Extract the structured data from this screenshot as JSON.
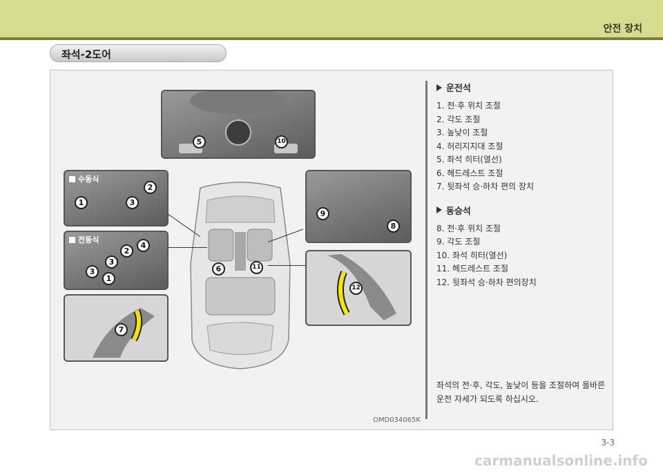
{
  "header": {
    "section_title": "안전 장치"
  },
  "page_title": "좌석-2도어",
  "figure": {
    "code": "OMD034065K",
    "manual_label": "수동식",
    "power_label": "전동식",
    "callouts": {
      "console_left": "5",
      "console_right": "10",
      "interior_left": "6",
      "interior_right": "11",
      "manual_1": "1",
      "manual_2": "2",
      "manual_3": "3",
      "power_1": "1",
      "power_2": "2",
      "power_3a": "3",
      "power_3b": "3",
      "power_4": "4",
      "handle_7": "7",
      "passenger_9": "9",
      "passenger_8": "8",
      "passenger_handle_12": "12"
    }
  },
  "driver": {
    "heading": "운전석",
    "items": [
      "1.  전·후 위치 조절",
      "2.  각도 조절",
      "3.  높낮이 조절",
      "4.  허리지지대 조절",
      "5.  좌석 히터(열선)",
      "6.  헤드레스트 조절",
      "7.  뒷좌석 승·하차 편의 장치"
    ]
  },
  "passenger": {
    "heading": "동승석",
    "items": [
      "8.  전·후 위치 조절",
      "9.  각도 조절",
      "10. 좌석 히터(열선)",
      "11. 헤드레스트 조절",
      "12. 뒷좌석 승·하차 편의장치"
    ]
  },
  "note": "좌석의 전·후, 각도, 높낮이 등을 조절하여 올바른 운전 자세가 되도록 하십시오.",
  "page_number": "3-3",
  "watermark": "carmanualsonline.info"
}
